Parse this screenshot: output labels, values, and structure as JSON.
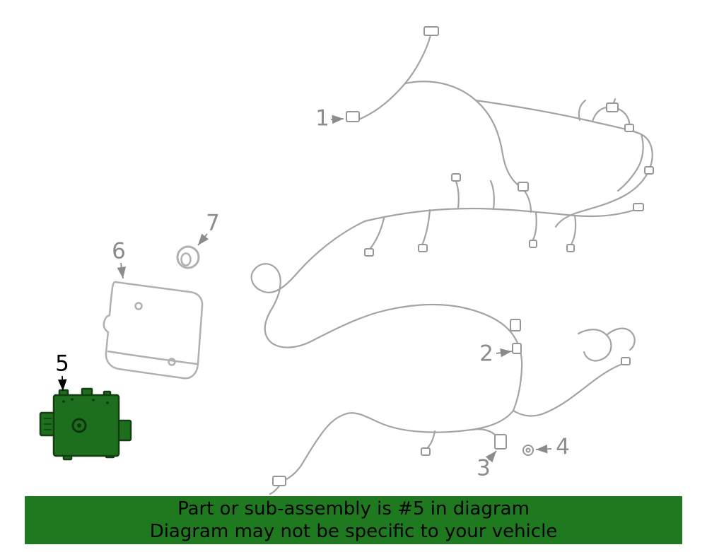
{
  "diagram": {
    "callouts": [
      {
        "label": "1"
      },
      {
        "label": "2"
      },
      {
        "label": "3"
      },
      {
        "label": "4"
      },
      {
        "label": "5"
      },
      {
        "label": "6"
      },
      {
        "label": "7"
      }
    ]
  },
  "banner": {
    "line1": "Part or sub-assembly is #5 in diagram",
    "line2": "Diagram may not be specific to your vehicle",
    "bg": "#1f7a1f",
    "text_color": "#000000"
  },
  "colors": {
    "background": "#ffffff",
    "harness_line": "#a3a3a3",
    "bracket_line": "#b0b0b0",
    "callout_label": "#8c8c8c",
    "highlight_label": "#000000",
    "highlight_part_fill": "#1d6e1d",
    "highlight_part_stroke": "#123f12"
  }
}
